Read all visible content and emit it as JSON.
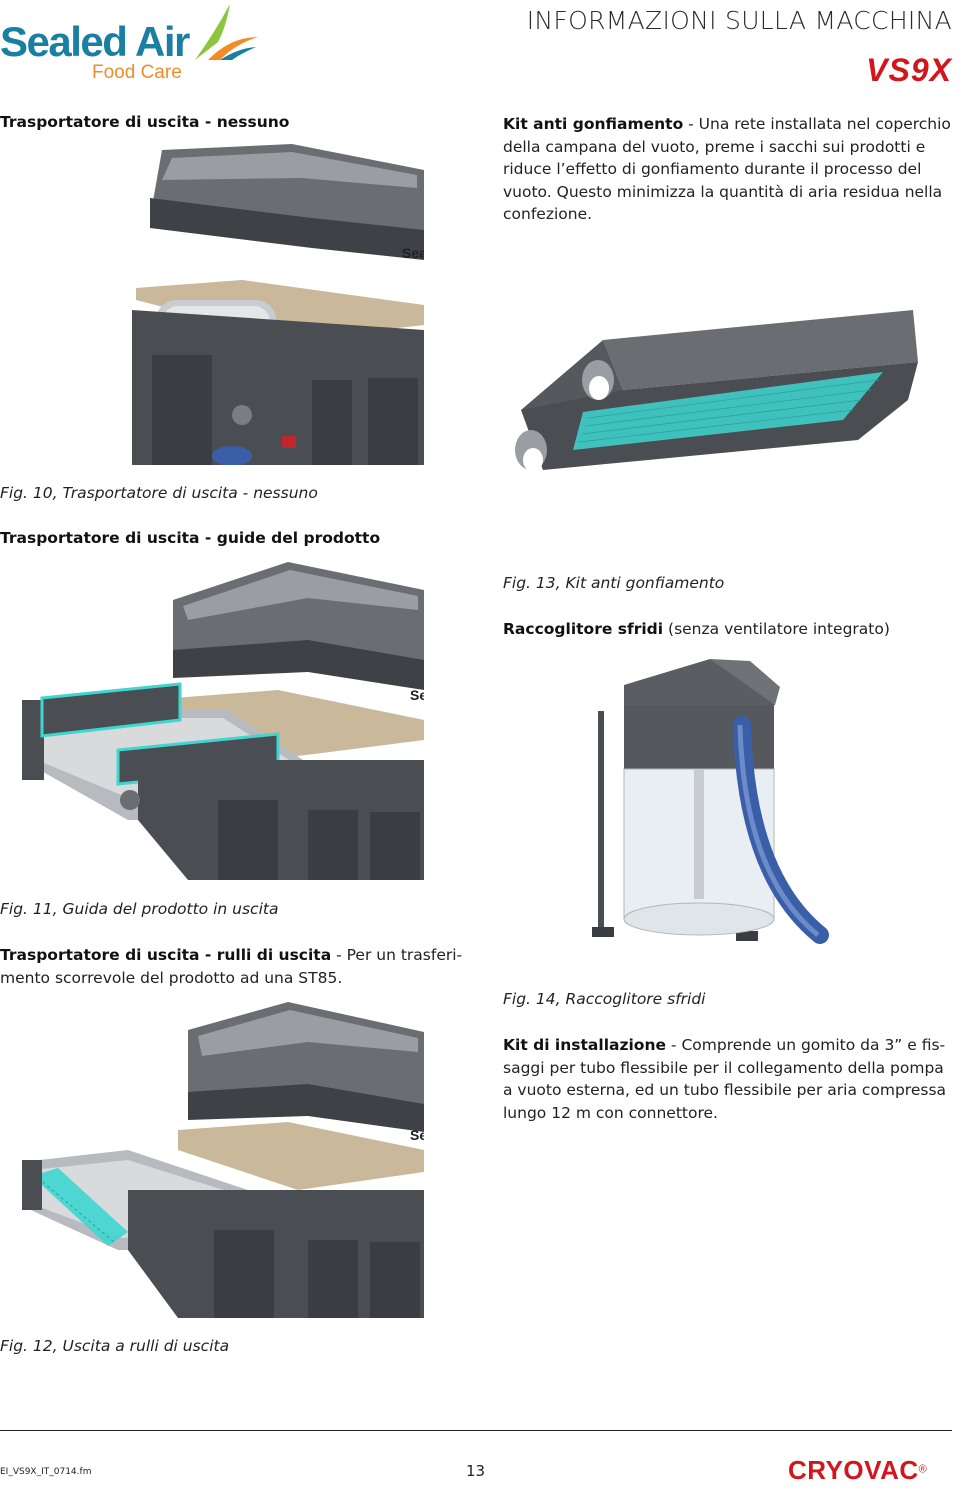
{
  "header": {
    "logo_main": "Sealed Air",
    "logo_sub": "Food Care",
    "section_title": "INFORMAZIONI SULLA MACCHINA",
    "model": "VS9X"
  },
  "left_column": {
    "sec1_heading": "Trasportatore di uscita - nessuno",
    "fig10_caption": "Fig. 10, Trasportatore di uscita - nessuno",
    "sec2_heading": "Trasportatore di uscita - guide del prodotto",
    "fig11_caption": "Fig. 11, Guida del prodotto in uscita",
    "sec3_heading_bold": "Trasportatore di uscita - rulli di uscita",
    "sec3_line1_rest": " - Per un trasferi-",
    "sec3_line2": "mento scorrevole del prodotto ad una ST85.",
    "fig12_caption": "Fig. 12, Uscita a rulli di uscita"
  },
  "right_column": {
    "kit_title": "Kit anti gonfiamento",
    "kit_line1_rest": " - Una rete installata nel coperchio",
    "kit_line2": "della campana del vuoto, preme i sacchi sui prodotti e",
    "kit_line3": "riduce l’effetto di gonfiamento durante il processo del",
    "kit_line4": "vuoto. Questo minimizza la quantità di aria residua nella",
    "kit_line5": "confezione.",
    "fig13_caption": "Fig. 13, Kit anti gonfiamento",
    "racc_title": "Raccoglitore sfridi",
    "racc_rest": " (senza ventilatore integrato)",
    "fig14_caption": "Fig. 14, Raccoglitore sfridi",
    "inst_title": "Kit di installazione",
    "inst_line1_rest": " - Comprende un gomito da 3” e fis-",
    "inst_line2": "saggi per tubo flessibile per il collegamento della pompa",
    "inst_line3": "a vuoto esterna, ed un tubo flessibile per aria compressa",
    "inst_line4": "lungo 12 m con connettore."
  },
  "footer": {
    "filename": "EI_VS9X_IT_0714.fm",
    "page_number": "13",
    "brand": "CRYOVAC",
    "registered": "®"
  },
  "colors": {
    "brand_teal": "#1a7fa0",
    "brand_green": "#8cc63f",
    "brand_orange": "#f28c28",
    "accent_red": "#d4151b",
    "highlight_cyan": "#3fd6d0",
    "machine_dark": "#4a4d52",
    "machine_mid": "#8a8d92",
    "panel_beige": "#c9b89a"
  }
}
